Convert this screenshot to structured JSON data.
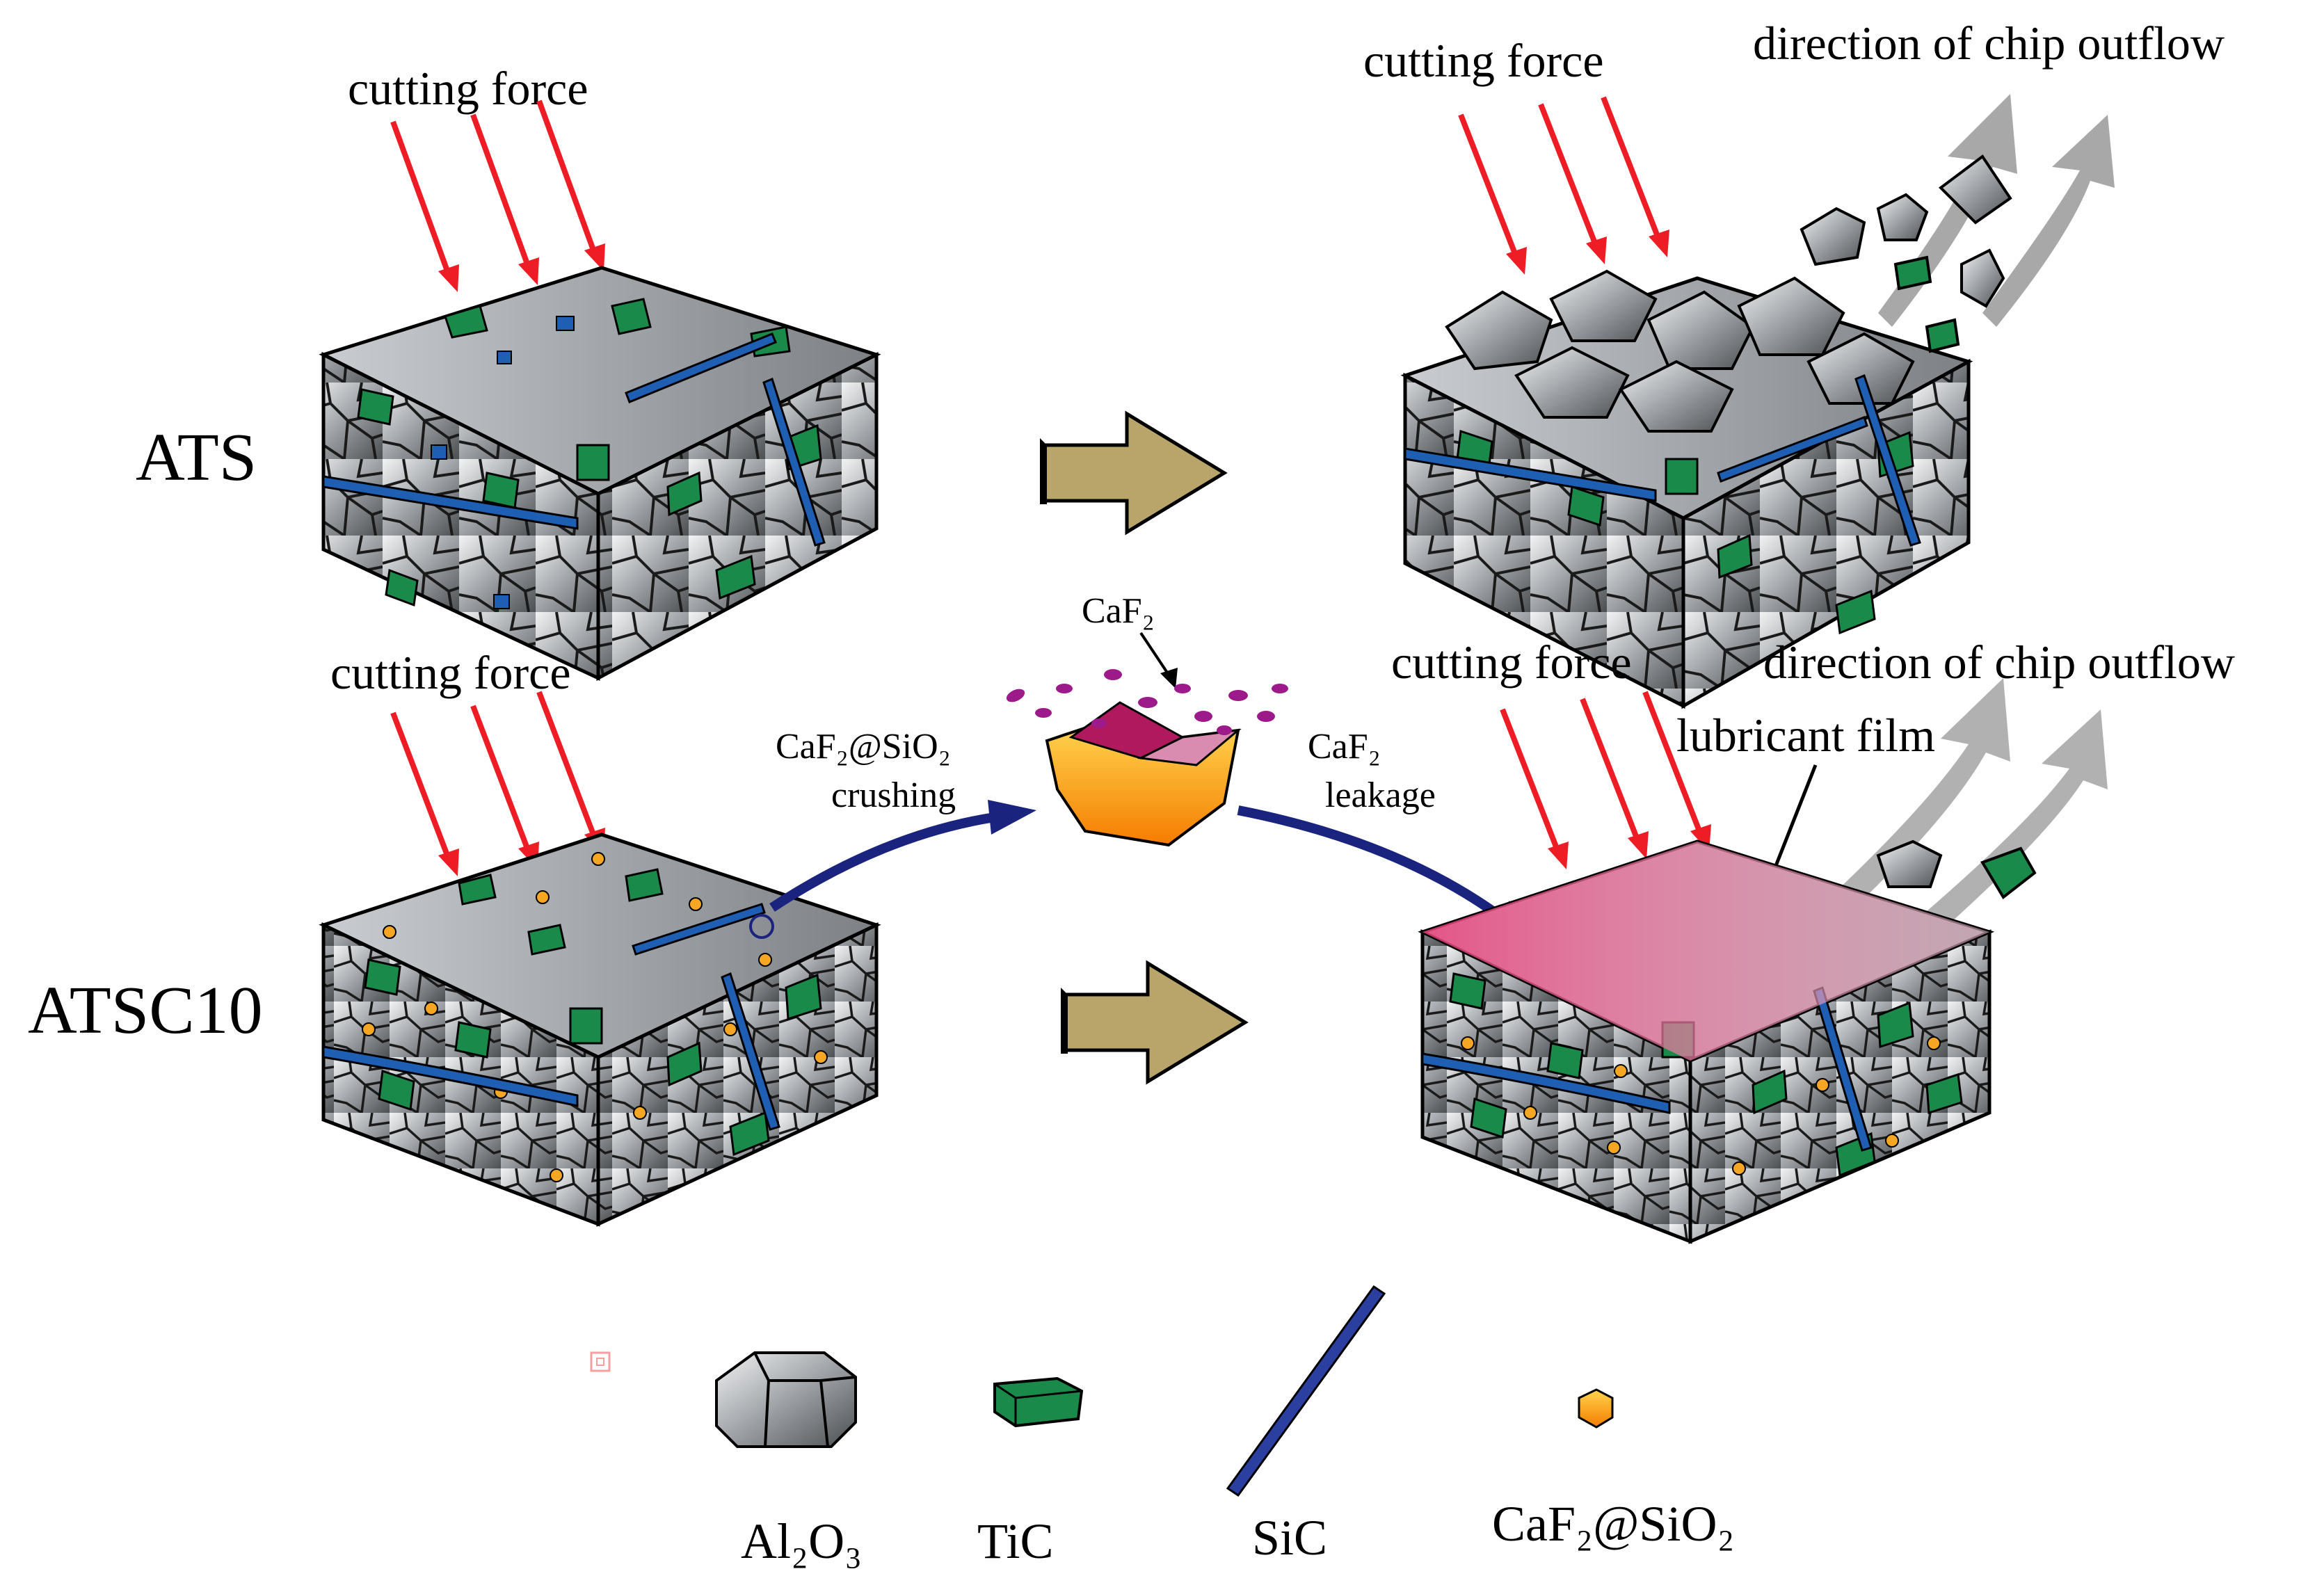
{
  "rows": [
    {
      "id": "ats",
      "label": "ATS",
      "input_force_label": "cutting  force",
      "output_force_label": "cutting  force",
      "chip_label": "direction of  chip outflow"
    },
    {
      "id": "atsc10",
      "label": "ATSC10",
      "input_force_label": "cutting  force",
      "output_force_label": "cutting  force",
      "chip_label": "direction of  chip outflow",
      "film_label": "lubricant film"
    }
  ],
  "process": {
    "caf2_label": "CaF₂",
    "crushing_label_1": "CaF₂@SiO₂",
    "crushing_label_2": "crushing",
    "leakage_label_1": "CaF₂",
    "leakage_label_2": "leakage"
  },
  "legend": [
    {
      "name": "Al₂O₃",
      "color": "#a9acb0"
    },
    {
      "name": "TiC",
      "color": "#1a8a4a"
    },
    {
      "name": "SiC",
      "color": "#2a3fa0"
    },
    {
      "name": "CaF₂@SiO₂",
      "color": "#f5a623"
    }
  ],
  "colors": {
    "force_arrow": "#ee1c25",
    "process_arrow": "#1a237e",
    "flow_arrow": "#a8a8a8",
    "block_arrow": "#b9a46a",
    "lubricant_film": "#f06292",
    "sic_fiber": "#1e5fb3"
  }
}
